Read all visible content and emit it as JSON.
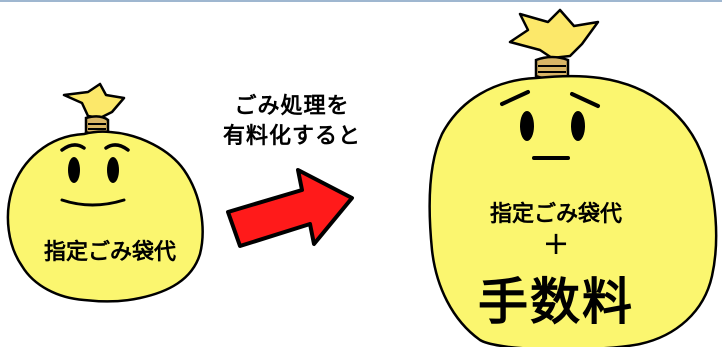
{
  "caption": {
    "line1": "ごみ処理を",
    "line2": "有料化すると"
  },
  "small_bag": {
    "label": "指定ごみ袋代"
  },
  "large_bag": {
    "label": "指定ごみ袋代",
    "plus": "+",
    "fee": "手数料"
  },
  "colors": {
    "bag_fill": "#fbf66f",
    "knot": "#fce86a",
    "arrow": "#ff1a1a",
    "outline": "#000000"
  }
}
